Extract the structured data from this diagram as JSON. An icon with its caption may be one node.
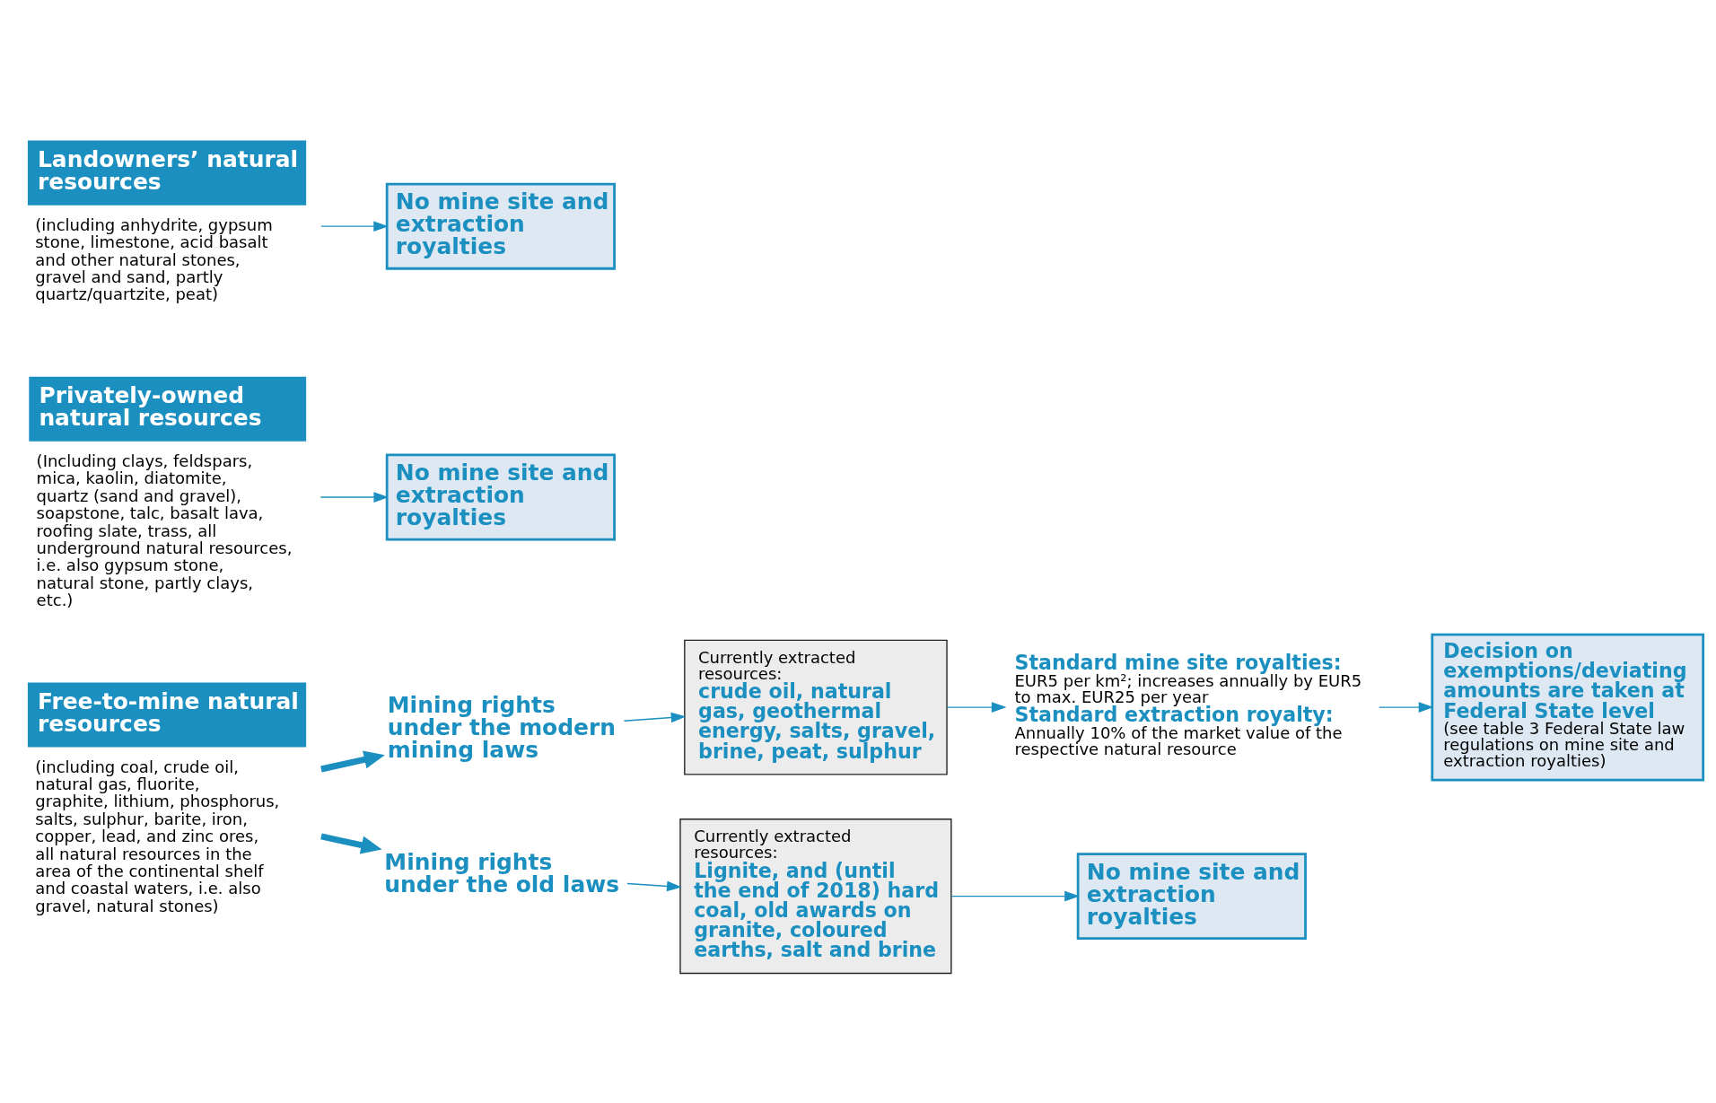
{
  "diagram": {
    "nodes": [
      {
        "text": [
          "Free-to-mine natural resources",
          "(including coal, crude oil, natural gas, fluorite, graphite, lithium, phosphorus, salts, sulphur, barite, iron, copper, lead, and zinc ores, all natural resources in the area of the continental shelf and coastal waters, i.e. also gravel, natural stones)"
        ]
      },
      {
        "text": [
          "Mining rights under the modern mining laws"
        ]
      },
      {
        "text": [
          "Mining rights under the old laws"
        ]
      },
      {
        "text": [
          "Currently extracted resources:",
          "crude oil, natural gas, geothermal energy, salts, gravel, brine, peat, sulphur"
        ]
      },
      {
        "text": [
          "Currently extracted resources:",
          "Lignite, and (until the end of 2018) hard coal, old awards on granite, coloured earths, salt and brine"
        ]
      },
      {
        "text": [
          "Standard mine site royalties:",
          "EUR5 per km²; increases annually by EUR5 to max. EUR25 per year",
          "Standard extraction royalty:",
          "Annually 10% of the market value of the respective natural resource"
        ]
      },
      {
        "text": [
          "Decision on exemptions/deviating amounts are taken at Federal State level",
          "(see table 3 Federal State law regulations on mine site and extraction royalties)"
        ]
      },
      {
        "text": [
          "No mine site and extraction royalties"
        ]
      },
      {
        "text": [
          "Privately-owned natural resources",
          "(Including clays, feldspars, mica, kaolin, diatomite, quartz (sand and gravel), soapstone, talc, basalt lava, roofing slate, trass, all underground natural resources, i.e. also gypsum stone, natural stone, partly clays, etc.)"
        ]
      },
      {
        "text": [
          "No mine site and extraction royalties"
        ]
      },
      {
        "text": [
          "Landowners’ natural resources",
          "(including anhydrite, gypsum stone, limestone, acid basalt and other natural stones, gravel and sand, partly quartz/quartzite, peat)"
        ]
      },
      {
        "text": [
          "No mine site and extraction royalties"
        ]
      }
    ],
    "edges": [
      {
        "from": 0,
        "to": 1,
        "arrow": "to",
        "style": "thick"
      },
      {
        "from": 0,
        "to": 2,
        "arrow": "to",
        "style": "thick"
      },
      {
        "from": 1,
        "to": 3,
        "arrow": "to"
      },
      {
        "from": 3,
        "to": 5,
        "arrow": "to"
      },
      {
        "from": 5,
        "to": 6,
        "arrow": "to"
      },
      {
        "from": 2,
        "to": 4,
        "arrow": "to"
      },
      {
        "from": 4,
        "to": 7,
        "arrow": "to"
      },
      {
        "from": 8,
        "to": 9,
        "arrow": "to"
      },
      {
        "from": 10,
        "to": 11,
        "arrow": "to"
      }
    ]
  }
}
